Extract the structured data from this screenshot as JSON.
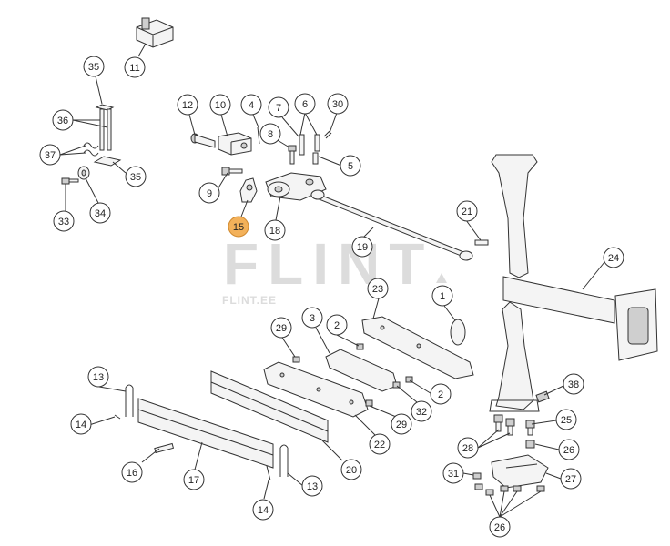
{
  "watermark": {
    "brand": "FLINT",
    "site": "FLINT.EE"
  },
  "colors": {
    "callout_fill": "#ffffff",
    "highlight_fill": "#f3b15a",
    "line": "#333333"
  },
  "callouts": [
    {
      "id": "c11",
      "label": "11"
    },
    {
      "id": "c35a",
      "label": "35"
    },
    {
      "id": "c36",
      "label": "36"
    },
    {
      "id": "c37",
      "label": "37"
    },
    {
      "id": "c35b",
      "label": "35"
    },
    {
      "id": "c33",
      "label": "33"
    },
    {
      "id": "c34",
      "label": "34"
    },
    {
      "id": "c12",
      "label": "12"
    },
    {
      "id": "c10",
      "label": "10"
    },
    {
      "id": "c4",
      "label": "4"
    },
    {
      "id": "c7",
      "label": "7"
    },
    {
      "id": "c6",
      "label": "6"
    },
    {
      "id": "c30",
      "label": "30"
    },
    {
      "id": "c8",
      "label": "8"
    },
    {
      "id": "c5",
      "label": "5"
    },
    {
      "id": "c9",
      "label": "9"
    },
    {
      "id": "c15",
      "label": "15",
      "highlighted": true
    },
    {
      "id": "c18",
      "label": "18"
    },
    {
      "id": "c21",
      "label": "21"
    },
    {
      "id": "c19",
      "label": "19"
    },
    {
      "id": "c24",
      "label": "24"
    },
    {
      "id": "c23",
      "label": "23"
    },
    {
      "id": "c1",
      "label": "1"
    },
    {
      "id": "c29a",
      "label": "29"
    },
    {
      "id": "c3",
      "label": "3"
    },
    {
      "id": "c2a",
      "label": "2"
    },
    {
      "id": "c2b",
      "label": "2"
    },
    {
      "id": "c32",
      "label": "32"
    },
    {
      "id": "c29b",
      "label": "29"
    },
    {
      "id": "c22",
      "label": "22"
    },
    {
      "id": "c20",
      "label": "20"
    },
    {
      "id": "c13a",
      "label": "13"
    },
    {
      "id": "c14a",
      "label": "14"
    },
    {
      "id": "c16",
      "label": "16"
    },
    {
      "id": "c17",
      "label": "17"
    },
    {
      "id": "c13b",
      "label": "13"
    },
    {
      "id": "c14b",
      "label": "14"
    },
    {
      "id": "c38",
      "label": "38"
    },
    {
      "id": "c25",
      "label": "25"
    },
    {
      "id": "c28",
      "label": "28"
    },
    {
      "id": "c26a",
      "label": "26"
    },
    {
      "id": "c31",
      "label": "31"
    },
    {
      "id": "c27",
      "label": "27"
    },
    {
      "id": "c26b",
      "label": "26"
    }
  ]
}
